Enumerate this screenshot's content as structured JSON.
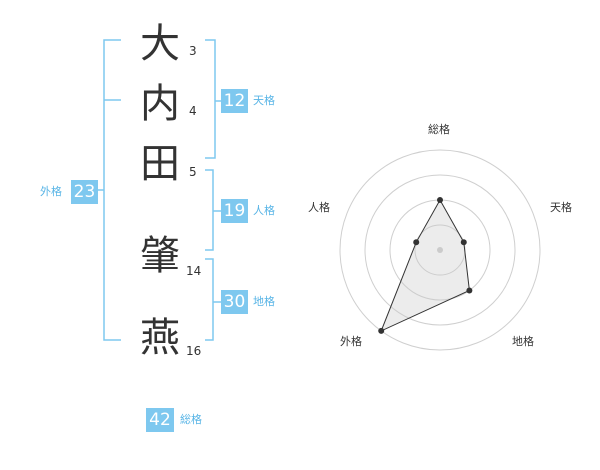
{
  "name": {
    "chars": [
      {
        "char": "大",
        "strokes": "3"
      },
      {
        "char": "内",
        "strokes": "4"
      },
      {
        "char": "田",
        "strokes": "5"
      },
      {
        "char": "肇",
        "strokes": "14"
      },
      {
        "char": "燕",
        "strokes": "16"
      }
    ]
  },
  "fortune": {
    "tenkaku": {
      "value": "12",
      "label": "天格"
    },
    "jinkaku": {
      "value": "19",
      "label": "人格"
    },
    "chikaku": {
      "value": "30",
      "label": "地格"
    },
    "gaikaku": {
      "value": "23",
      "label": "外格"
    },
    "soukaku": {
      "value": "42",
      "label": "総格"
    }
  },
  "colors": {
    "accent": "#7ec8ef",
    "accent_text": "#57b4e6",
    "line": "#7ec8ef",
    "text": "#333333"
  },
  "chart_data": {
    "type": "radar",
    "axes": [
      "総格",
      "天格",
      "地格",
      "外格",
      "人格"
    ],
    "values": [
      2,
      1,
      2,
      4,
      1
    ],
    "rmax": 4,
    "grid": true
  }
}
